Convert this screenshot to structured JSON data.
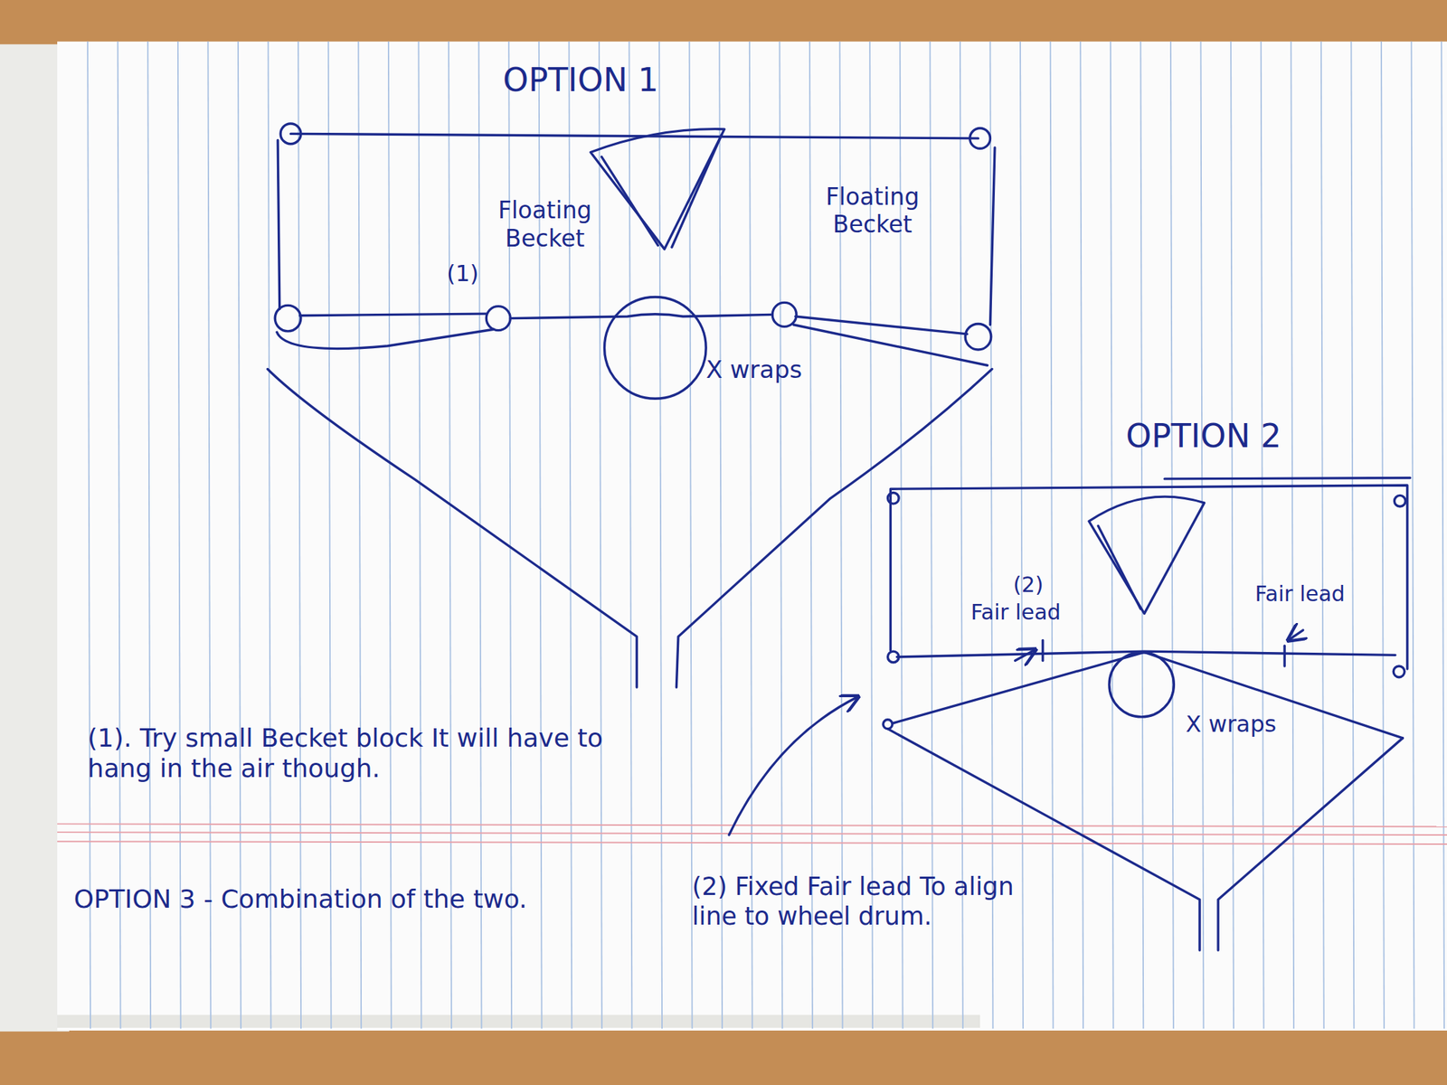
{
  "diagram": {
    "labels": [
      "OPTION 1",
      "(1)",
      "Floating Becket",
      "Floating Becket",
      "X wraps",
      "OPTION 2",
      "(2)",
      "Fair lead",
      "Fair lead",
      "X wraps",
      "(1). Try small Becket block It will have to hang in the air though.",
      "OPTION 3 - Combination of the two.",
      "(2) Fixed Fair lead To align line to wheel drum."
    ]
  }
}
